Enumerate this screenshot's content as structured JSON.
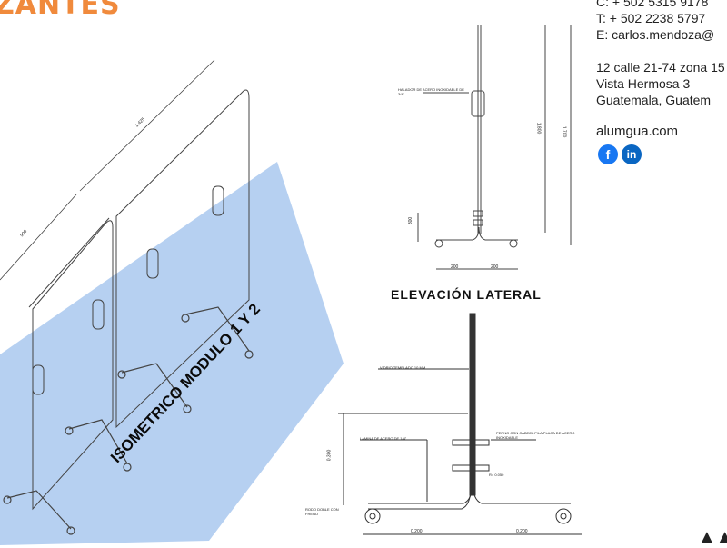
{
  "brand": {
    "text": "ZANTES",
    "color": "#f08a3c"
  },
  "contact": {
    "cell": "C: + 502 5315 9178",
    "tel": "T: + 502 2238 5797",
    "email": "E: carlos.mendoza@",
    "address1": "12 calle 21-74 zona 15",
    "address2": "Vista Hermosa 3",
    "address3": "Guatemala, Guatem",
    "website": "alumgua.com"
  },
  "social": {
    "facebook": "f",
    "linkedin": "in",
    "facebook_icon": "facebook-icon",
    "linkedin_icon": "linkedin-icon"
  },
  "iso": {
    "title": "ISOMETRICO MODULO 1 Y 2",
    "dim_width": "1.425",
    "dim_depth": "900"
  },
  "elevation": {
    "title": "ELEVACIÓN LATERAL",
    "handle_note": "HALADOR DE ACERO INOXIDABLE DE 3/4\"",
    "dim_left": "200",
    "dim_right": "200",
    "dim_h1": "1.800",
    "dim_h2": "1.700",
    "dim_foot": "300"
  },
  "detail": {
    "glass_note": "VIDRIO TEMPLADO 10 MM",
    "plate_note": "LAMINA DE ACERO DE 1/4\"",
    "bolt_note": "PERNO CON CABEZA P/LA PLACA DE ACERO INOXIDABLE",
    "wheel_note": "RODO DOBLE CON FRENO",
    "radius": "R= 0.050",
    "dim_left": "0.200",
    "dim_right": "0.200",
    "dim_height": "0.300"
  },
  "colors": {
    "overlay": "#a9c8ef",
    "accent": "#f08a3c"
  }
}
